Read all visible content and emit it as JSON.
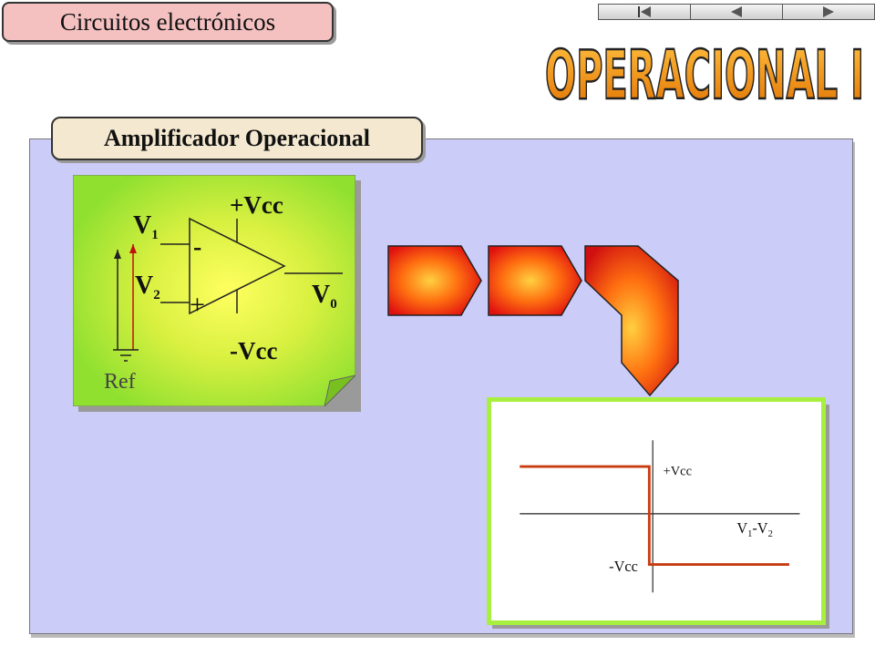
{
  "header": {
    "title": "Circuitos electrónicos",
    "big_title": "OPERACIONAL I"
  },
  "navigation": {
    "buttons": [
      {
        "name": "first",
        "icon": "first-slide-icon"
      },
      {
        "name": "previous",
        "icon": "previous-slide-icon"
      },
      {
        "name": "next",
        "icon": "next-slide-icon"
      }
    ]
  },
  "section": {
    "title": "Amplificador Operacional"
  },
  "opamp": {
    "supply_pos": "+Vcc",
    "supply_neg": "-Vcc",
    "in1": "V",
    "in1_sub": "1",
    "in2": "V",
    "in2_sub": "2",
    "out": "V",
    "out_sub": "0",
    "minus": "-",
    "plus": "+",
    "ref": "Ref"
  },
  "graph": {
    "pos_label": "+Vcc",
    "neg_label": "-Vcc",
    "x_label_a": "V",
    "x_sub_a": "1",
    "x_label_sep": "-V",
    "x_sub_b": "2"
  },
  "colors": {
    "panel": "#ccccf8",
    "note": "#a8f040",
    "transfer_curve": "#c83c10",
    "title_fill": "#f0a020"
  }
}
